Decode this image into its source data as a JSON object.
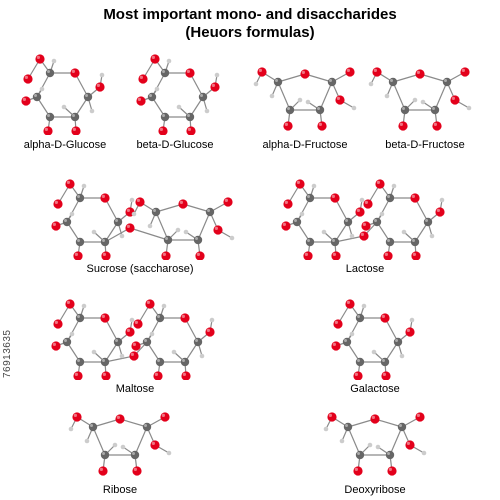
{
  "title_line1": "Most important mono- and disaccharides",
  "title_line2": "(Heuors formulas)",
  "stock_id": "76913635",
  "colors": {
    "carbon": "#666666",
    "oxygen": "#e3001b",
    "hydrogen": "#cccccc",
    "bond": "#8a8a8a"
  },
  "molecules": [
    {
      "id": "alpha-glucose",
      "label": "alpha-D-Glucose",
      "ring": "pyranose"
    },
    {
      "id": "beta-glucose",
      "label": "beta-D-Glucose",
      "ring": "pyranose"
    },
    {
      "id": "alpha-fructose",
      "label": "alpha-D-Fructose",
      "ring": "furanose"
    },
    {
      "id": "beta-fructose",
      "label": "beta-D-Fructose",
      "ring": "furanose"
    },
    {
      "id": "sucrose",
      "label": "Sucrose (saccharose)",
      "ring": "disaccharide"
    },
    {
      "id": "lactose",
      "label": "Lactose",
      "ring": "disaccharide"
    },
    {
      "id": "maltose",
      "label": "Maltose",
      "ring": "disaccharide"
    },
    {
      "id": "galactose",
      "label": "Galactose",
      "ring": "pyranose"
    },
    {
      "id": "ribose",
      "label": "Ribose",
      "ring": "furanose"
    },
    {
      "id": "deoxyribose",
      "label": "Deoxyribose",
      "ring": "furanose"
    }
  ]
}
